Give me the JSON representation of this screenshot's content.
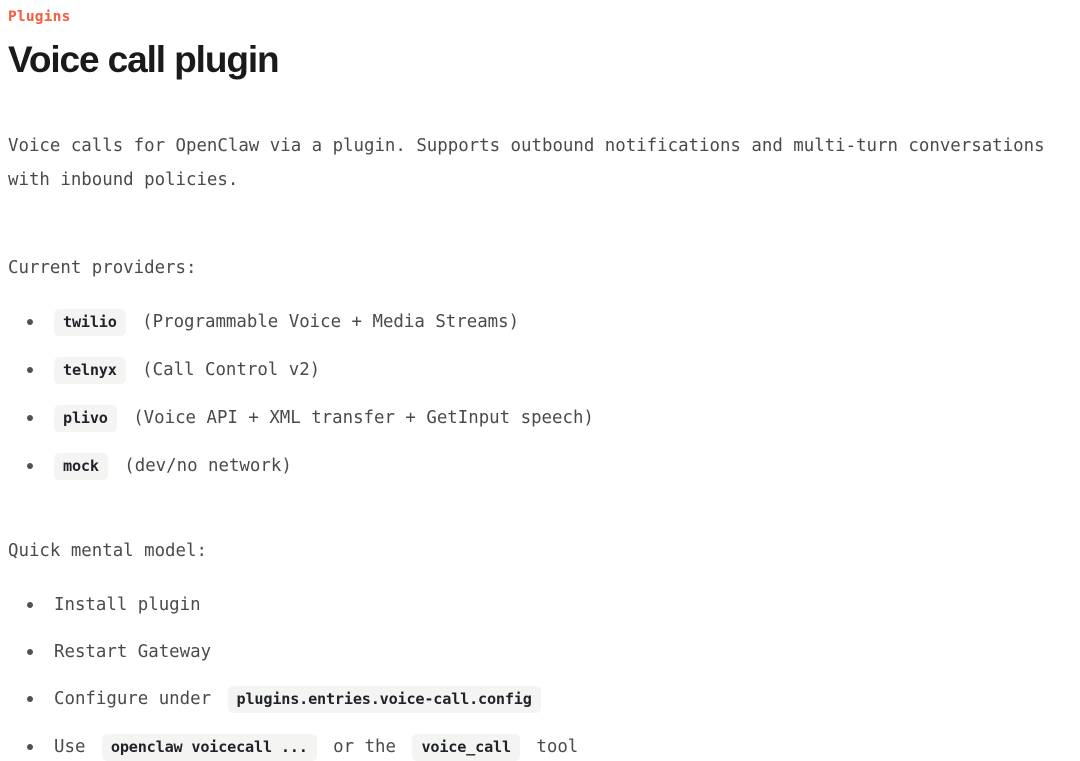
{
  "breadcrumb": {
    "label": "Plugins"
  },
  "header": {
    "title": "Voice call plugin"
  },
  "colors": {
    "accent": "#FA5A3C",
    "title": "#1A1A1A",
    "body_text": "#4A4A4A",
    "chip_background": "#F4F4F2",
    "chip_text": "#1F2328",
    "page_background": "#FFFFFF",
    "bullet": "#55504E"
  },
  "main": {
    "intro_paragraph": "Voice calls for OpenClaw via a plugin. Supports outbound notifications and multi-turn conversations with inbound policies.",
    "providers_heading": "Current providers:",
    "providers": [
      {
        "code": "twilio",
        "description": "(Programmable Voice + Media Streams)"
      },
      {
        "code": "telnyx",
        "description": "(Call Control v2)"
      },
      {
        "code": "plivo",
        "description": "(Voice API + XML transfer + GetInput speech)"
      },
      {
        "code": "mock",
        "description": "(dev/no network)"
      }
    ],
    "mental_model_heading": "Quick mental model:",
    "steps": [
      {
        "text_before": "Install plugin",
        "code": "",
        "text_after": "",
        "code2": "",
        "text_end": ""
      },
      {
        "text_before": "Restart Gateway",
        "code": "",
        "text_after": "",
        "code2": "",
        "text_end": ""
      },
      {
        "text_before": "Configure under",
        "code": "plugins.entries.voice-call.config",
        "text_after": "",
        "code2": "",
        "text_end": ""
      },
      {
        "text_before": "Use",
        "code": "openclaw voicecall ...",
        "text_after": "or the",
        "code2": "voice_call",
        "text_end": "tool"
      }
    ]
  }
}
